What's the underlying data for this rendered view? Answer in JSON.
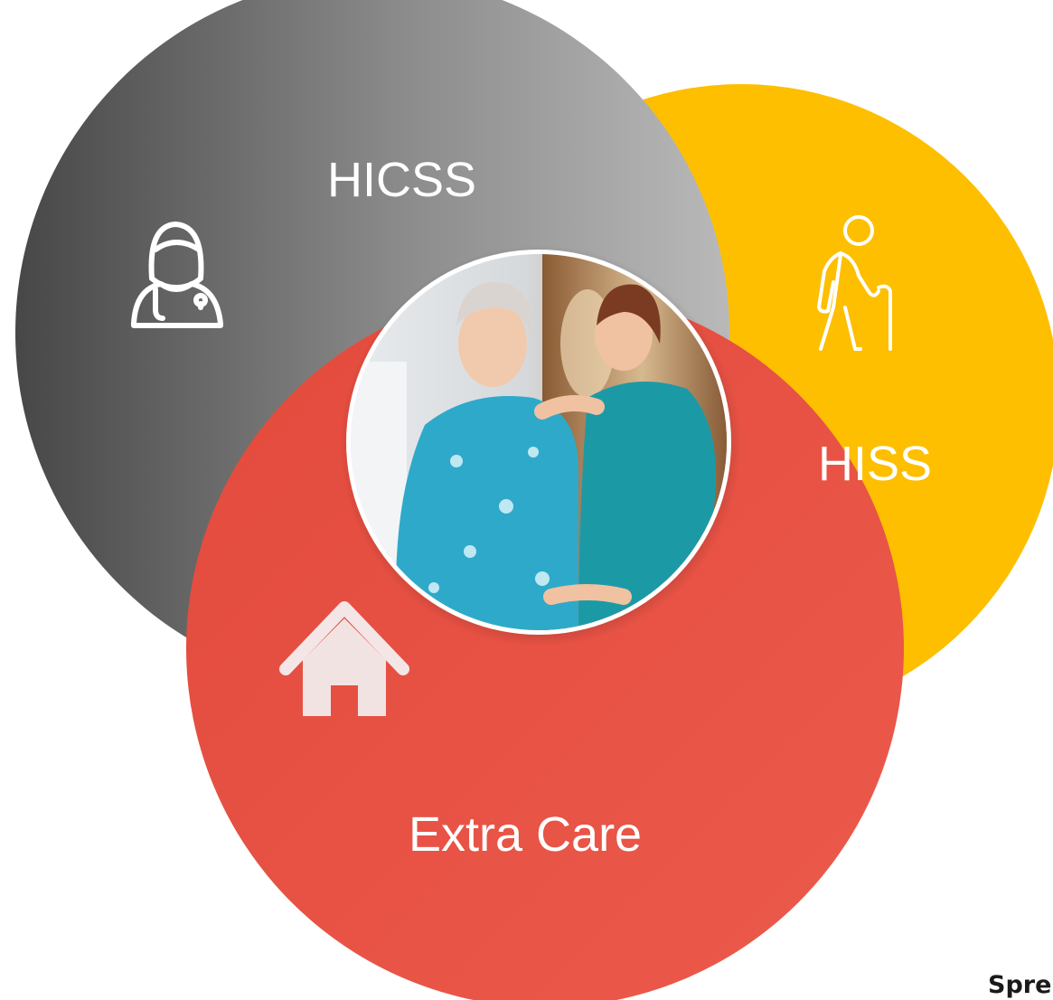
{
  "diagram": {
    "circles": [
      {
        "label": "HICSS",
        "icon": "nurse-icon",
        "color_from": "#4a4a4a",
        "color_to": "#b4b4b4"
      },
      {
        "label": "HISS",
        "icon": "elderly-walking-cane-icon",
        "color": "#fdbf00"
      },
      {
        "label": "Extra Care",
        "icon": "house-icon",
        "color": "#e84e40"
      }
    ],
    "center_image": "photo-caregiver-with-elderly-woman"
  },
  "brand_text": "Spre"
}
